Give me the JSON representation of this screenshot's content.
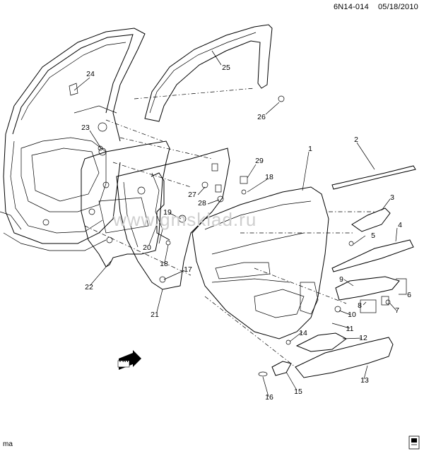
{
  "header": {
    "code": "6N14-014",
    "date": "05/18/2010"
  },
  "corner_tag": "ma",
  "watermark": "www.gmsklad.ru",
  "front_badge": "FRT",
  "callouts": [
    "1",
    "2",
    "3",
    "4",
    "5",
    "6",
    "7",
    "8",
    "9",
    "10",
    "11",
    "12",
    "13",
    "14",
    "15",
    "16",
    "17",
    "18",
    "18",
    "19",
    "20",
    "21",
    "22",
    "23",
    "24",
    "25",
    "26",
    "27",
    "28",
    "29"
  ],
  "colors": {
    "ink": "#000000",
    "watermark": "#cfcfcf"
  }
}
